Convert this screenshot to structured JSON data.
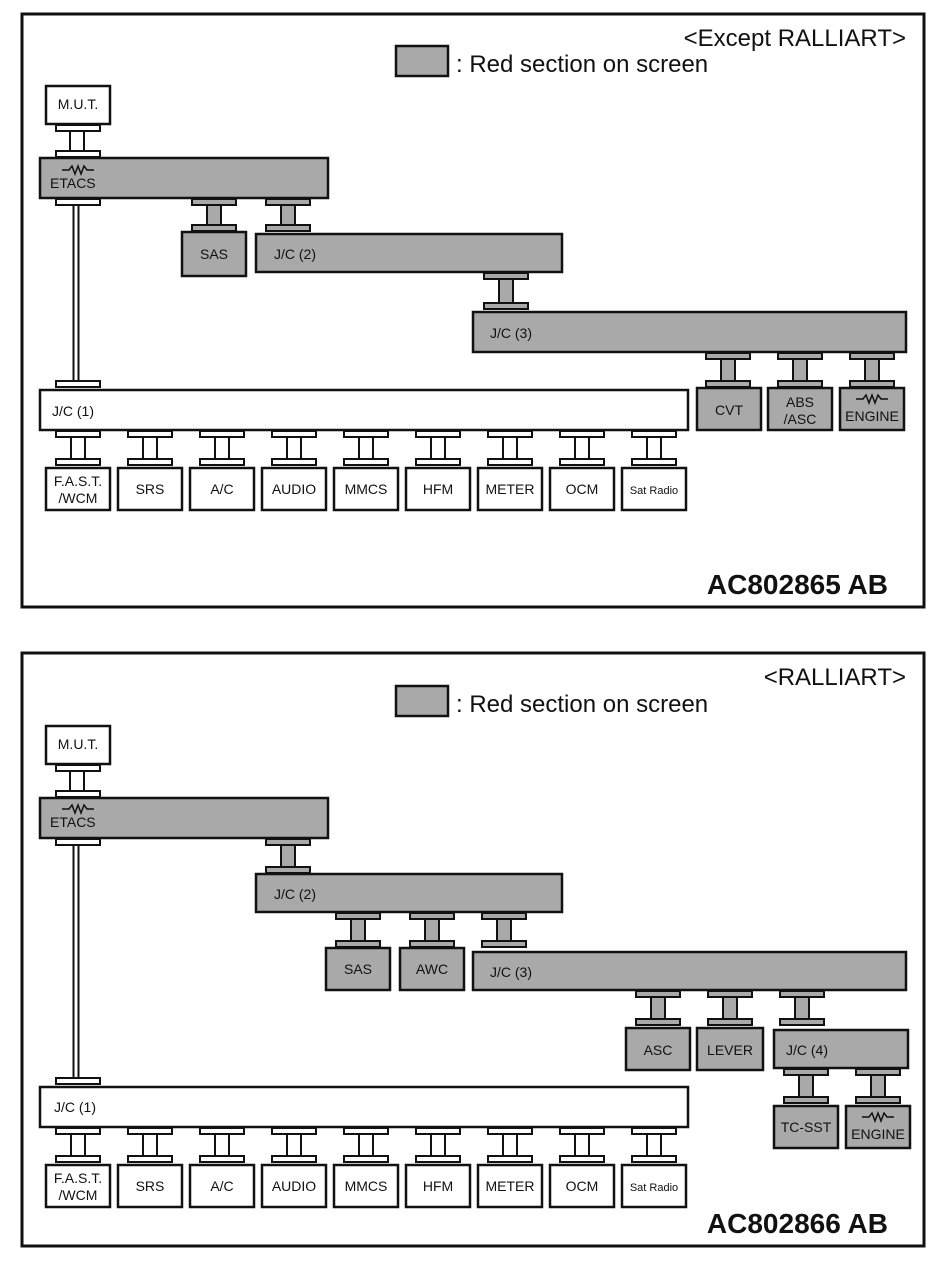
{
  "colors": {
    "red_section": "#a9a9a9",
    "normal": "#ffffff",
    "line": "#111111"
  },
  "legend_text": ": Red section on screen",
  "diagrams": [
    {
      "title": "<Except RALLIART>",
      "code": "AC802865",
      "code_suffix": "AB",
      "nodes": {
        "mut": "M.U.T.",
        "etacs": "ETACS",
        "sas": "SAS",
        "jc2": "J/C (2)",
        "jc3": "J/C (3)",
        "jc1": "J/C (1)",
        "cvt": "CVT",
        "abs_l1": "ABS",
        "abs_l2": "/ASC",
        "engine": "ENGINE"
      },
      "bottom_row": [
        "F.A.S.T.|/WCM",
        "SRS",
        "A/C",
        "AUDIO",
        "MMCS",
        "HFM",
        "METER",
        "OCM",
        "Sat Radio"
      ]
    },
    {
      "title": "<RALLIART>",
      "code": "AC802866",
      "code_suffix": "AB",
      "nodes": {
        "mut": "M.U.T.",
        "etacs": "ETACS",
        "jc2": "J/C (2)",
        "sas": "SAS",
        "awc": "AWC",
        "jc3": "J/C (3)",
        "asc": "ASC",
        "lever": "LEVER",
        "jc4": "J/C (4)",
        "tcsst": "TC-SST",
        "engine": "ENGINE",
        "jc1": "J/C (1)"
      },
      "bottom_row": [
        "F.A.S.T.|/WCM",
        "SRS",
        "A/C",
        "AUDIO",
        "MMCS",
        "HFM",
        "METER",
        "OCM",
        "Sat Radio"
      ]
    }
  ]
}
